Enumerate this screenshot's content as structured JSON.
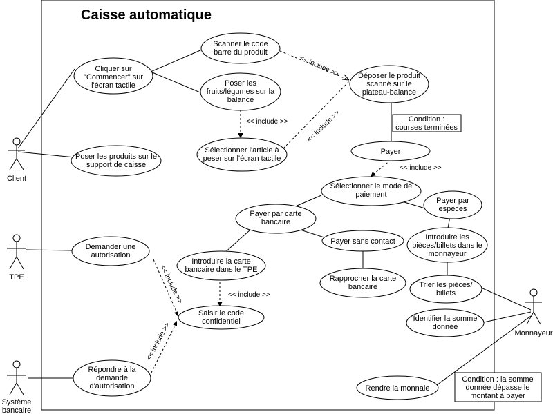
{
  "system": {
    "title": "Caisse automatique"
  },
  "actors": {
    "client": "Client",
    "tpe": "TPE",
    "systeme": [
      "Système",
      "bancaire"
    ],
    "monnayeur": "Monnayeur"
  },
  "usecases": {
    "commencer": [
      "Cliquer sur",
      "\"Commencer\" sur",
      "l'écran tactile"
    ],
    "poser_support": [
      "Poser les produits sur le",
      "support de caisse"
    ],
    "scanner": [
      "Scanner le code",
      "barre du produit"
    ],
    "poser_fruits": [
      "Poser les",
      "fruits/légumes sur la",
      "balance"
    ],
    "selectionner_article": [
      "Sélectionner l'article à",
      "peser sur l'écran tactile"
    ],
    "deposer": [
      "Déposer le produit",
      "scanné sur le",
      "plateau-balance"
    ],
    "payer": [
      "Payer"
    ],
    "mode_paiement": [
      "Sélectionner le mode de",
      "paiement"
    ],
    "payer_carte": [
      "Payer par carte",
      "bancaire"
    ],
    "payer_especes": [
      "Payer par",
      "espèces"
    ],
    "sans_contact": [
      "Payer sans contact"
    ],
    "rapprocher": [
      "Rapprocher la carte",
      "bancaire"
    ],
    "introduire_pieces": [
      "Introduire les",
      "pièces/billets dans le",
      "monnayeur"
    ],
    "trier": [
      "Trier les pièces/",
      "billets"
    ],
    "identifier": [
      "Identifier la somme",
      "donnée"
    ],
    "rendre": [
      "Rendre la monnaie"
    ],
    "demander_autorisation": [
      "Demander une",
      "autorisation"
    ],
    "introduire_carte": [
      "Introduire la carte",
      "bancaire dans le TPE"
    ],
    "saisir_code": [
      "Saisir le code",
      "confidentiel"
    ],
    "repondre": [
      "Répondre à la",
      "demande",
      "d'autorisation"
    ]
  },
  "notes": {
    "courses": [
      "Condition :",
      "courses terminées"
    ],
    "somme": [
      "Condition : la somme",
      "donnée dépasse le",
      "montant à payer"
    ]
  },
  "relations": {
    "include": "<< include >>"
  }
}
